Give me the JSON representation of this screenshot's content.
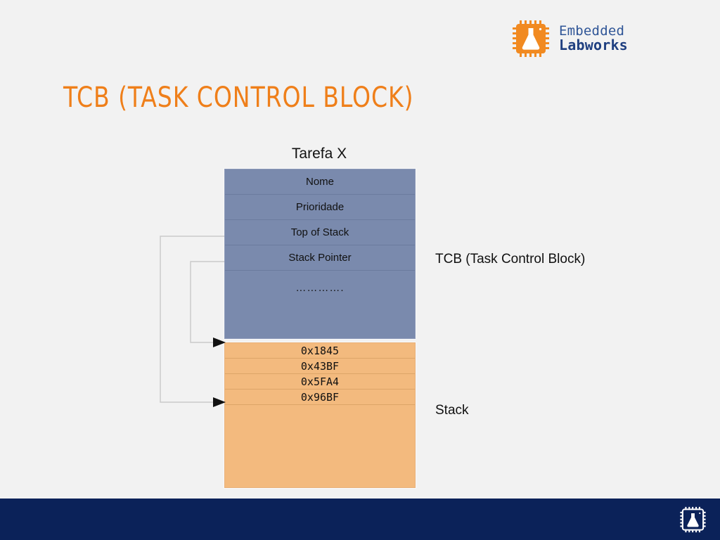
{
  "brand": {
    "logo_icon": "chip-flask-logo-icon",
    "line1": "Embedded",
    "line2": "Labworks",
    "accent_orange": "#ef7f1a",
    "brand_blue": "#2f5597"
  },
  "slide": {
    "title": "TCB (TASK CONTROL BLOCK)",
    "title_color": "#ef7f1a",
    "background": "#f2f2f2"
  },
  "diagram": {
    "task_label": "Tarefa X",
    "tcb": {
      "fill_color": "#7a8aad",
      "rows": [
        {
          "label": "Nome"
        },
        {
          "label": "Prioridade"
        },
        {
          "label": "Top of Stack"
        },
        {
          "label": "Stack Pointer"
        },
        {
          "label": "…………."
        }
      ]
    },
    "stack": {
      "fill_color": "#f3ba7e",
      "rows": [
        {
          "value": "0x1845"
        },
        {
          "value": "0x43BF"
        },
        {
          "value": "0x5FA4"
        },
        {
          "value": "0x96BF"
        }
      ]
    },
    "annotations": {
      "tcb": "TCB (Task Control Block)",
      "stack": "Stack"
    },
    "connectors": [
      {
        "from": "Top of Stack",
        "to": "stack-bottom-row",
        "arrow": "arrowhead-icon"
      },
      {
        "from": "Stack Pointer",
        "to": "stack-top-row",
        "arrow": "arrowhead-icon"
      }
    ]
  },
  "footer": {
    "background": "#0b2259",
    "logo_icon": "chip-flask-logo-icon"
  }
}
